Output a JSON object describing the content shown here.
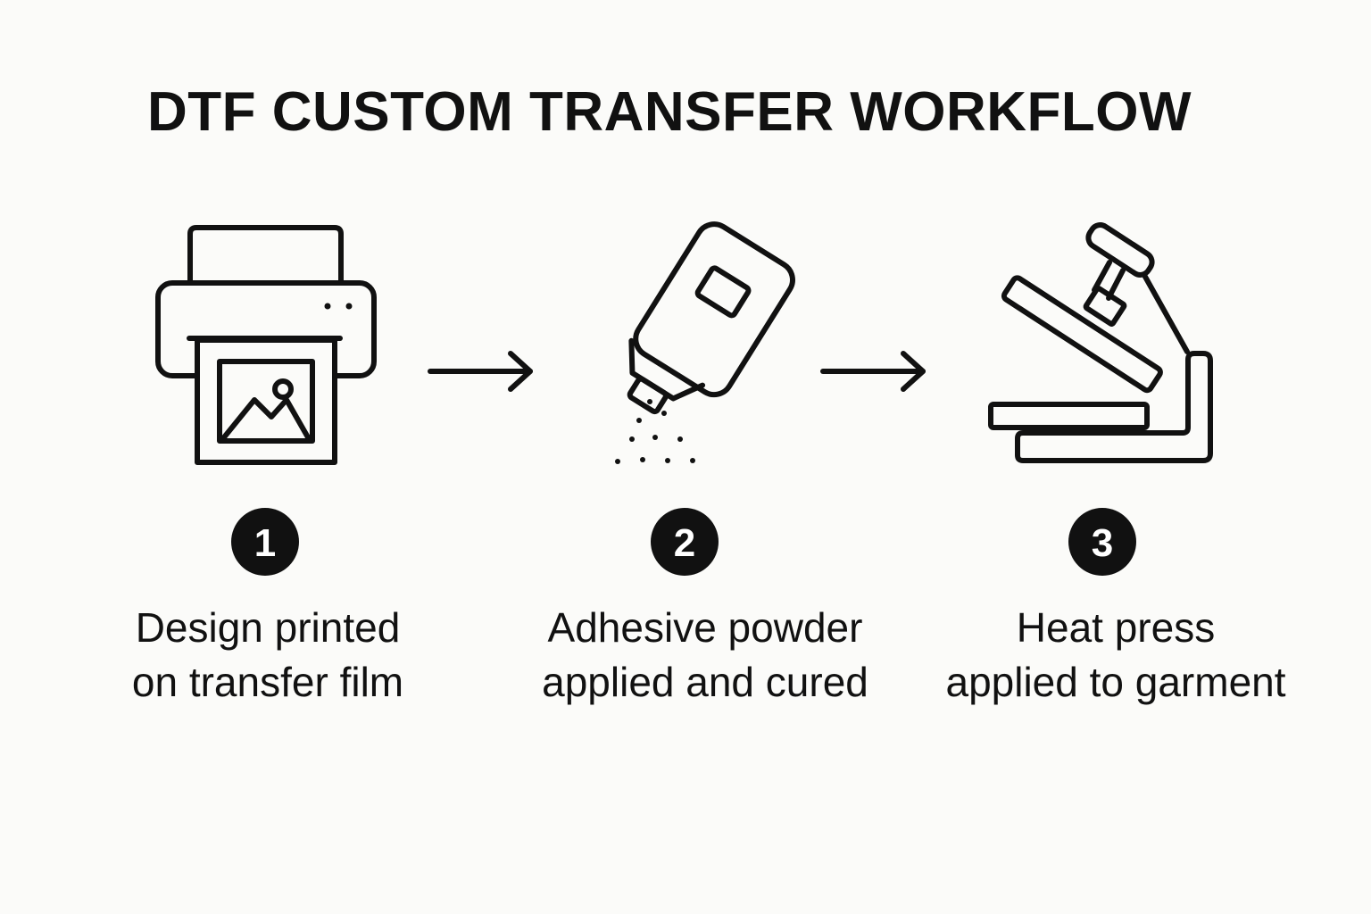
{
  "title": "DTF CUSTOM TRANSFER WORKFLOW",
  "colors": {
    "background": "#fbfbf9",
    "ink": "#111111",
    "badge_text": "#ffffff"
  },
  "steps": [
    {
      "number": "1",
      "icon": "printer-icon",
      "caption_line1": "Design printed",
      "caption_line2": "on transfer film"
    },
    {
      "number": "2",
      "icon": "powder-bottle-icon",
      "caption_line1": "Adhesive powder",
      "caption_line2": "applied and cured"
    },
    {
      "number": "3",
      "icon": "heat-press-icon",
      "caption_line1": "Heat press",
      "caption_line2": "applied to garment"
    }
  ],
  "connectors": [
    "arrow-right-icon",
    "arrow-right-icon"
  ]
}
